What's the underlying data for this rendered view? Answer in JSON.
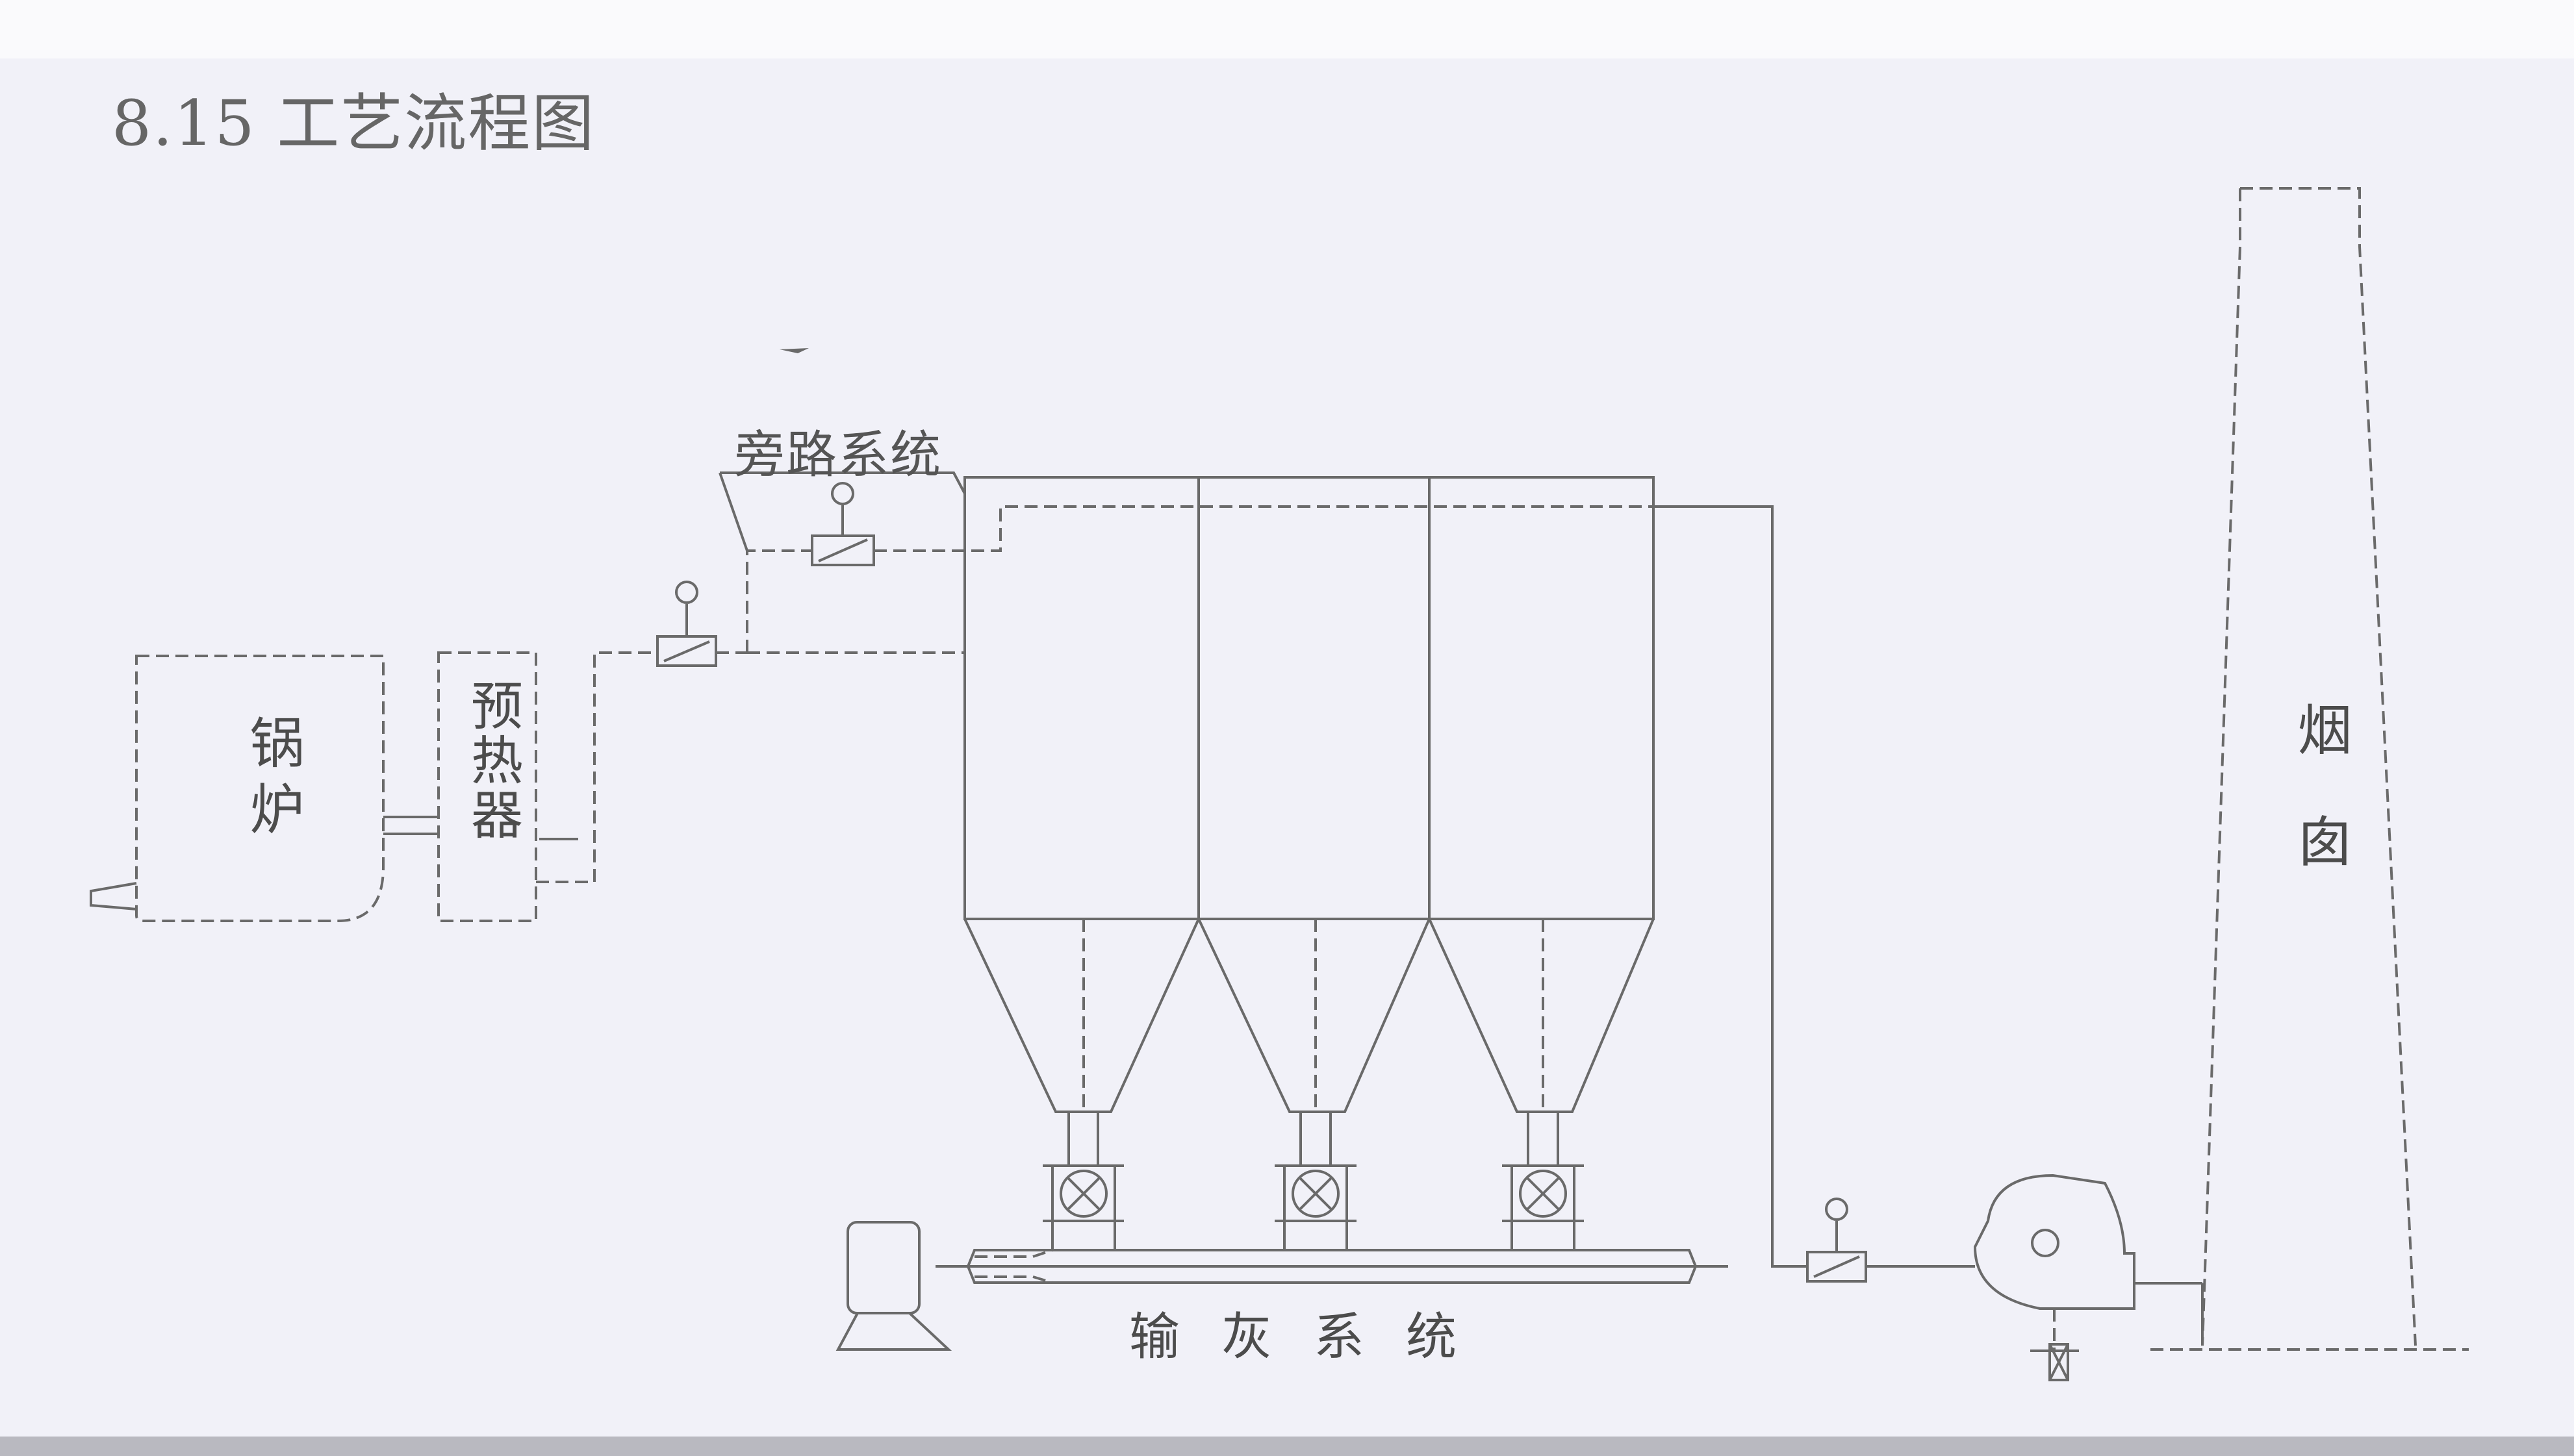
{
  "title": "8.15 工艺流程图",
  "labels": {
    "boiler": "锅炉",
    "preheater": "预热器",
    "chimney": "烟囱",
    "bypass": "旁路系统",
    "ash": "输灰系统"
  },
  "colors": {
    "background": "#f1f1f8",
    "line": "#6a6a6a",
    "text": "#4c4c4c"
  }
}
